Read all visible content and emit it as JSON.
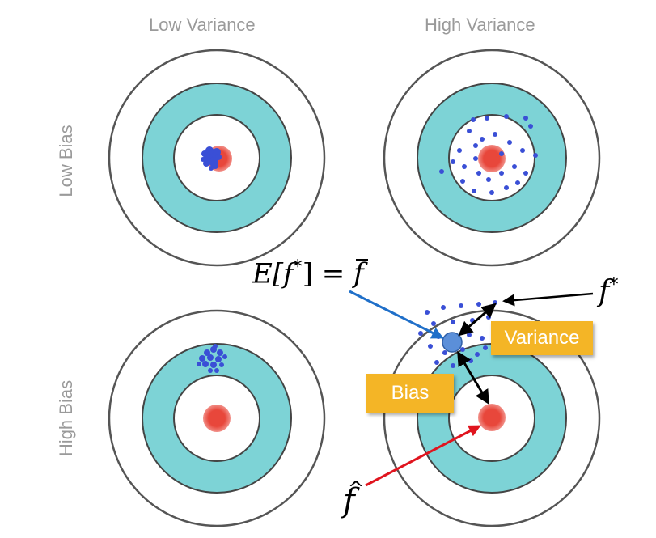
{
  "columns": [
    "Low Variance",
    "High Variance"
  ],
  "rows": [
    "Low Bias",
    "High Bias"
  ],
  "annotations": {
    "expected": "E[f*] = f̄",
    "expected_parts": {
      "lhs": "E[",
      "f": "f",
      "star": "*",
      "close": "] = ",
      "fbar": "f"
    },
    "f_star": {
      "f": "f",
      "star": "*"
    },
    "f_hat": "f",
    "variance_label": "Variance",
    "bias_label": "Bias"
  },
  "colors": {
    "ring_teal": "#7dd3d6",
    "ring_stroke": "#555555",
    "bullseye": "#e8473b",
    "dots": "#3a4fd6",
    "expected_dot": "#5b8fd9",
    "arrow_blue": "#1f6fc9",
    "arrow_red": "#e0141e",
    "badge": "#f4b526",
    "label_gray": "#9a9a9a"
  },
  "icons": [
    "target-icon",
    "bullseye-icon",
    "arrow-icon"
  ]
}
